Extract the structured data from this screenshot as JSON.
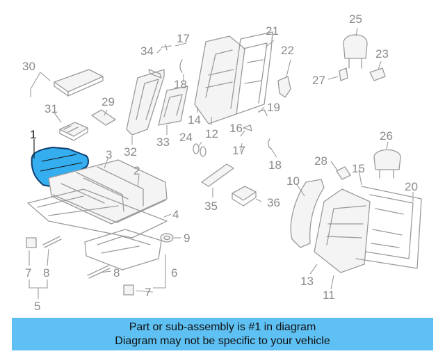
{
  "callouts": {
    "c1": "1",
    "c2": "2",
    "c3": "3",
    "c4": "4",
    "c5": "5",
    "c6": "6",
    "c7a": "7",
    "c7b": "7",
    "c8a": "8",
    "c8b": "8",
    "c9": "9",
    "c10": "10",
    "c11": "11",
    "c12": "12",
    "c13": "13",
    "c14": "14",
    "c15": "15",
    "c16": "16",
    "c17a": "17",
    "c17b": "17",
    "c18a": "18",
    "c18b": "18",
    "c19": "19",
    "c20": "20",
    "c21": "21",
    "c22": "22",
    "c23": "23",
    "c24": "24",
    "c25": "25",
    "c26": "26",
    "c27": "27",
    "c28": "28",
    "c29": "29",
    "c30": "30",
    "c31": "31",
    "c32": "32",
    "c33": "33",
    "c34": "34",
    "c35": "35",
    "c36": "36"
  },
  "banner": {
    "line1": "Part or sub-assembly is #1 in diagram",
    "line2": "Diagram may not be specific to your vehicle"
  },
  "colors": {
    "highlight": "#35aef0",
    "banner": "#5ec0f3",
    "line_art": "#9a9a9a"
  }
}
